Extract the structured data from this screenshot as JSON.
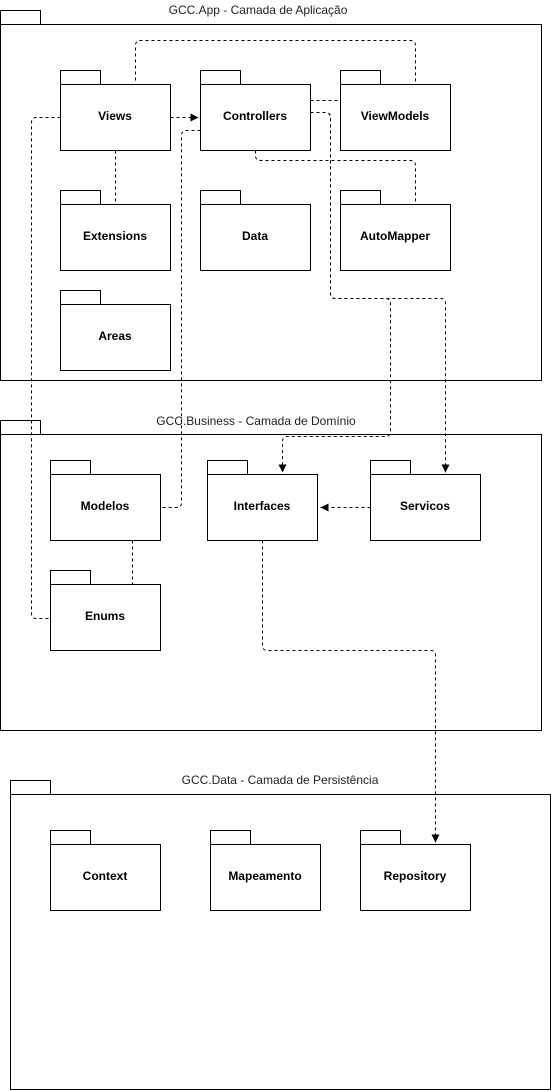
{
  "layers": {
    "app": {
      "title": "GCC.App - Camada de Aplicação",
      "packages": {
        "views": "Views",
        "controllers": "Controllers",
        "viewmodels": "ViewModels",
        "extensions": "Extensions",
        "data": "Data",
        "automapper": "AutoMapper",
        "areas": "Areas"
      }
    },
    "business": {
      "title": "GCC.Business - Camada de Domínio",
      "packages": {
        "modelos": "Modelos",
        "interfaces": "Interfaces",
        "servicos": "Servicos",
        "enums": "Enums"
      }
    },
    "data": {
      "title": "GCC.Data - Camada de Persistência",
      "packages": {
        "context": "Context",
        "mapeamento": "Mapeamento",
        "repository": "Repository"
      }
    }
  },
  "connectors": [
    {
      "from": "Views",
      "to": "Controllers",
      "arrow": true
    },
    {
      "from": "Views",
      "to": "ViewModels",
      "arrow": false
    },
    {
      "from": "Controllers",
      "to": "ViewModels",
      "arrow": false
    },
    {
      "from": "Controllers",
      "to": "AutoMapper",
      "arrow": false
    },
    {
      "from": "Views",
      "to": "Extensions",
      "arrow": false
    },
    {
      "from": "Controllers",
      "to": "Interfaces",
      "arrow": true
    },
    {
      "from": "Controllers",
      "to": "Servicos",
      "arrow": true
    },
    {
      "from": "Controllers",
      "to": "Modelos",
      "arrow": false
    },
    {
      "from": "Views",
      "to": "Enums",
      "arrow": false
    },
    {
      "from": "Modelos",
      "to": "Enums",
      "arrow": false
    },
    {
      "from": "Servicos",
      "to": "Interfaces",
      "arrow": true
    },
    {
      "from": "Interfaces",
      "to": "Repository",
      "arrow": true
    }
  ]
}
